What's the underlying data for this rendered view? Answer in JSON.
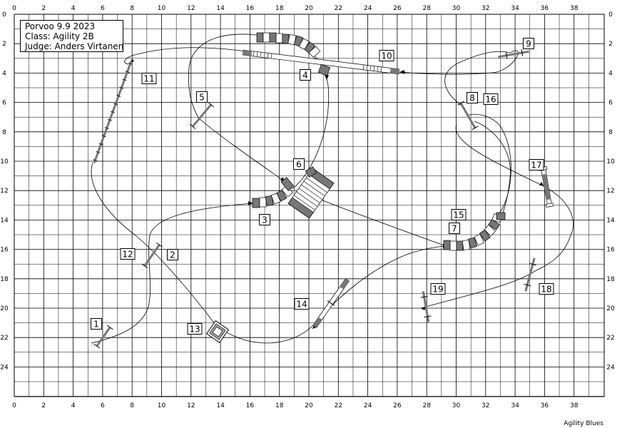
{
  "header": {
    "date": "Porvoo 9.9 2023",
    "class": "Class: Agility 2B",
    "judge": "Judge: Anders Virtanen"
  },
  "footer": {
    "brand": "Agility Blues"
  },
  "grid": {
    "x_ticks": [
      "0",
      "2",
      "4",
      "6",
      "8",
      "10",
      "12",
      "14",
      "16",
      "18",
      "20",
      "22",
      "24",
      "26",
      "28",
      "30",
      "32",
      "34",
      "36",
      "38"
    ],
    "y_ticks": [
      "0",
      "2",
      "4",
      "6",
      "8",
      "10",
      "12",
      "14",
      "16",
      "18",
      "20",
      "22",
      "24"
    ]
  },
  "obstacle_numbers": [
    {
      "label": "1"
    },
    {
      "label": "2"
    },
    {
      "label": "3"
    },
    {
      "label": "4"
    },
    {
      "label": "5"
    },
    {
      "label": "6"
    },
    {
      "label": "7"
    },
    {
      "label": "8"
    },
    {
      "label": "9"
    },
    {
      "label": "10"
    },
    {
      "label": "11"
    },
    {
      "label": "12"
    },
    {
      "label": "13"
    },
    {
      "label": "14"
    },
    {
      "label": "15"
    },
    {
      "label": "16"
    },
    {
      "label": "17"
    },
    {
      "label": "18"
    },
    {
      "label": "19"
    }
  ],
  "colors": {
    "line": "#000000",
    "obstacle_gray": "#777777",
    "background": "#ffffff"
  }
}
